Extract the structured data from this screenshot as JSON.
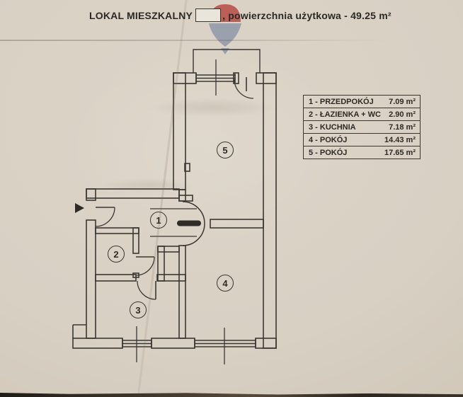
{
  "header": {
    "title": "LOKAL MIESZKALNY",
    "unit_box_value": "",
    "suffix": ", powierzchnia użytkowa - 49.25 m²"
  },
  "legend": {
    "rows": [
      {
        "label": "1 - PRZEDPOKÓJ",
        "area": "7.09 m²"
      },
      {
        "label": "2 - ŁAZIENKA + WC",
        "area": "2.90 m²"
      },
      {
        "label": "3 - KUCHNIA",
        "area": "7.18 m²"
      },
      {
        "label": "4 - POKÓJ",
        "area": "14.43 m²"
      },
      {
        "label": "5 - POKÓJ",
        "area": "17.65 m²"
      }
    ]
  },
  "plan": {
    "room_labels": [
      {
        "number": "1"
      },
      {
        "number": "2"
      },
      {
        "number": "3"
      },
      {
        "number": "4"
      },
      {
        "number": "5"
      }
    ],
    "icons": [
      "entrance-arrow-icon",
      "balloon-watermark-icon"
    ],
    "ink_color": "#3a3733"
  },
  "watermark": {
    "red": "#b23f38",
    "blue": "#8a93a6"
  }
}
